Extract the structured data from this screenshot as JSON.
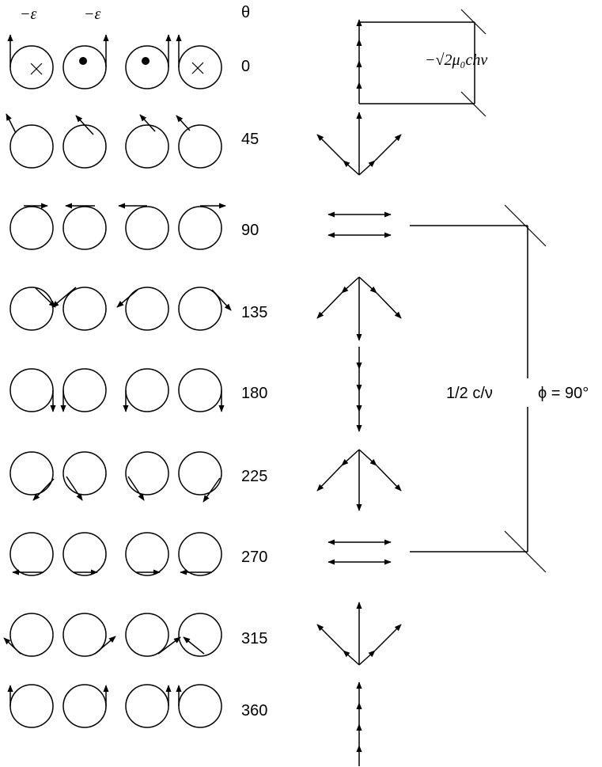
{
  "header": {
    "col1": "−ε⃗",
    "col2": "−ε⃗",
    "theta": "θ"
  },
  "rows": [
    {
      "angle": "0"
    },
    {
      "angle": "45"
    },
    {
      "angle": "90"
    },
    {
      "angle": "135"
    },
    {
      "angle": "180"
    },
    {
      "angle": "225"
    },
    {
      "angle": "270"
    },
    {
      "angle": "315"
    },
    {
      "angle": "360"
    }
  ],
  "annotations": {
    "amplitude": "−√2μ₀chν",
    "half_wavelength": "1/2 c/ν",
    "phase": "ϕ = 90°"
  }
}
